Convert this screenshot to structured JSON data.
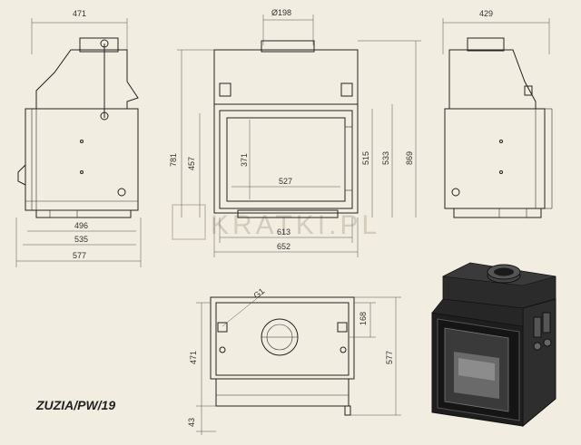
{
  "model_label": "ZUZIA/PW/19",
  "watermark": "KRATKI.PL",
  "dimensions": {
    "side_left_top_width": "471",
    "side_left_496": "496",
    "side_left_535": "535",
    "side_left_577": "577",
    "front_collar_diameter": "Ø198",
    "front_height_781": "781",
    "front_height_457": "457",
    "front_glass_371": "371",
    "front_glass_527": "527",
    "front_height_515": "515",
    "front_height_533": "533",
    "front_height_869": "869",
    "front_width_613": "613",
    "front_width_652": "652",
    "side_right_top_width": "429",
    "top_g1": "G1",
    "top_168": "168",
    "top_471": "471",
    "top_577": "577",
    "top_43": "43"
  }
}
